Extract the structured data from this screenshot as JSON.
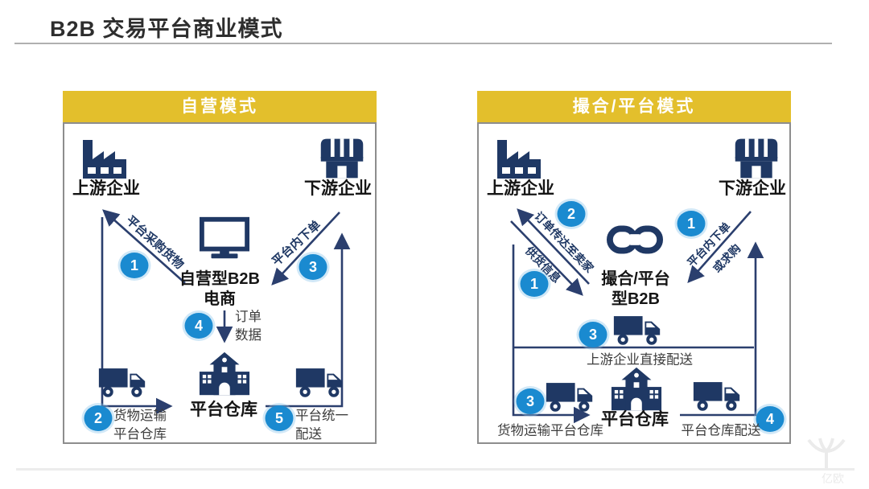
{
  "title": "B2B 交易平台商业模式",
  "watermark_text": "亿欧",
  "colors": {
    "navy_icon": "#1f3864",
    "arrow_line": "#2b3f6e",
    "circle_blue": "#1a8ad0",
    "header_yellow": "#e3bf2c"
  },
  "icons": [
    "factory-icon",
    "store-icon",
    "monitor-icon",
    "chain-link-icon",
    "truck-icon",
    "warehouse-icon",
    "watermark-logo"
  ],
  "left_panel": {
    "header": "自营模式",
    "upstream": "上游企业",
    "downstream": "下游企业",
    "platform_line1": "自营型B2B",
    "platform_line2": "电商",
    "warehouse": "平台仓库",
    "steps": {
      "purchase": {
        "num": "1",
        "label": "平台采购货物"
      },
      "transport": {
        "num": "2",
        "label1": "货物运输",
        "label2": "平台仓库"
      },
      "order": {
        "num": "3",
        "label": "平台内下单"
      },
      "order_data": {
        "num": "4",
        "label1": "订单",
        "label2": "数据"
      },
      "delivery": {
        "num": "5",
        "label1": "平台统一",
        "label2": "配送"
      }
    }
  },
  "right_panel": {
    "header": "撮合/平台模式",
    "upstream": "上游企业",
    "downstream": "下游企业",
    "platform_line1": "撮合/平台",
    "platform_line2": "型B2B",
    "warehouse": "平台仓库",
    "steps": {
      "supply_info": {
        "num": "1",
        "label": "供货信息"
      },
      "order_to_seller": {
        "num": "2",
        "label": "订单传达至卖家"
      },
      "place_order": {
        "num": "1",
        "label1": "平台内下单",
        "label2": "或求购"
      },
      "direct_delivery": {
        "num": "3",
        "label": "上游企业直接配送"
      },
      "to_warehouse": {
        "num": "3",
        "label": "货物运输平台仓库"
      },
      "warehouse_delivery": {
        "num": "4",
        "label": "平台仓库配送"
      }
    }
  }
}
